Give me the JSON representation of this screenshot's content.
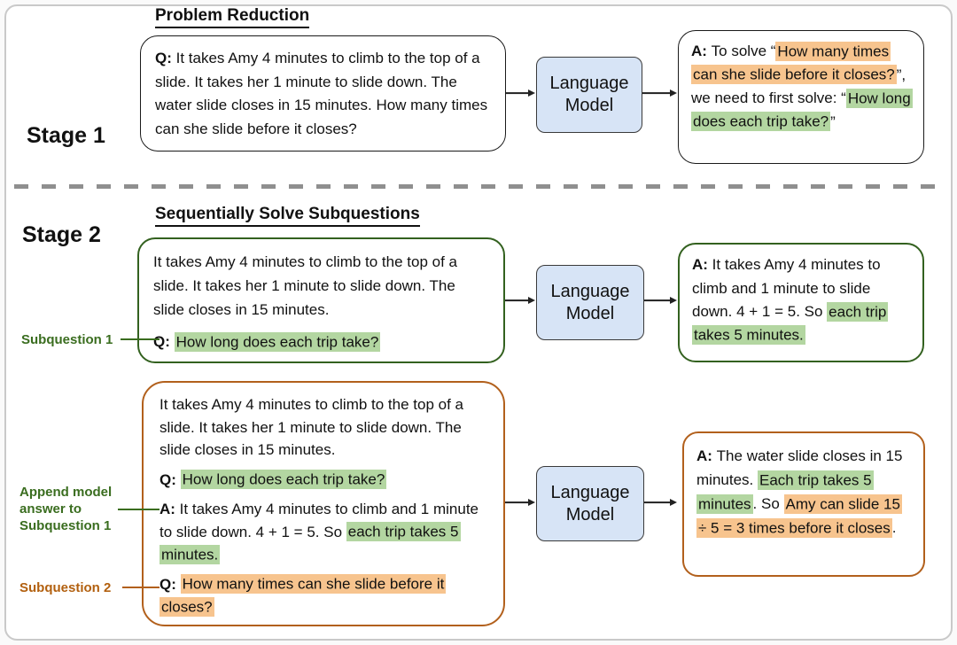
{
  "colors": {
    "card_border": "#c9c9c9",
    "green_highlight": "#b3d6a1",
    "orange_highlight": "#f7c48e",
    "green_border": "#33611f",
    "orange_border": "#b2601c",
    "green_label": "#3a6d1f",
    "orange_label": "#b2600f",
    "lm_fill": "#d7e4f6",
    "dash_color": "#8f8f8f"
  },
  "stage1": {
    "label": "Stage 1",
    "section_title": "Problem Reduction",
    "question": {
      "paragraphs": [
        [
          {
            "t": "Q: ",
            "b": true
          },
          {
            "t": "It takes Amy 4 minutes to climb to the top of a slide. It takes her 1 minute to slide down. The water slide closes in 15 minutes. How many times can she slide before it closes?"
          }
        ]
      ]
    },
    "language_model": "Language Model",
    "answer": {
      "paragraphs": [
        [
          {
            "t": "A: ",
            "b": true
          },
          {
            "t": "To solve “"
          },
          {
            "t": "How many times can she slide before it closes?",
            "h": "orange"
          },
          {
            "t": "”, we need to first solve: “"
          },
          {
            "t": "How long does each trip take?",
            "h": "green"
          },
          {
            "t": "”"
          }
        ]
      ]
    }
  },
  "stage2": {
    "label": "Stage 2",
    "section_title": "Sequentially Solve Subquestions",
    "row1": {
      "side_label": "Subquestion 1",
      "question": {
        "paragraphs": [
          [
            {
              "t": "It takes Amy 4 minutes to climb to the top of a slide. It takes her 1 minute to slide down. The slide closes in 15 minutes."
            }
          ],
          [
            {
              "t": "Q: ",
              "b": true
            },
            {
              "t": "How long does each trip take?",
              "h": "green"
            }
          ]
        ]
      },
      "language_model": "Language Model",
      "answer": {
        "paragraphs": [
          [
            {
              "t": "A: ",
              "b": true
            },
            {
              "t": "It takes Amy 4 minutes to climb and 1 minute to slide down. 4 + 1 = 5. So "
            },
            {
              "t": "each trip takes 5 minutes.",
              "h": "green"
            }
          ]
        ]
      }
    },
    "row2": {
      "side_label_append": "Append model answer to Subquestion 1",
      "side_label_subq2": "Subquestion 2",
      "input": {
        "paragraphs": [
          [
            {
              "t": "It takes Amy 4 minutes to climb to the top of a slide. It takes her 1 minute to slide down. The slide closes in 15 minutes."
            }
          ],
          [
            {
              "t": "Q: ",
              "b": true
            },
            {
              "t": "How long does each trip take?",
              "h": "green"
            }
          ],
          [
            {
              "t": "A: ",
              "b": true
            },
            {
              "t": "It takes Amy 4 minutes to climb and 1 minute to slide down. 4 + 1 = 5. So "
            },
            {
              "t": "each trip takes 5 minutes.",
              "h": "green"
            }
          ],
          [
            {
              "t": "Q: ",
              "b": true
            },
            {
              "t": "How many times can she slide before it closes?",
              "h": "orange"
            }
          ]
        ]
      },
      "language_model": "Language Model",
      "answer": {
        "paragraphs": [
          [
            {
              "t": "A: ",
              "b": true
            },
            {
              "t": "The water slide closes in 15 minutes. "
            },
            {
              "t": "Each trip takes 5 minutes",
              "h": "green"
            },
            {
              "t": ". So "
            },
            {
              "t": "Amy can slide 15 ÷ 5 = 3 times before it closes",
              "h": "orange"
            },
            {
              "t": "."
            }
          ]
        ]
      }
    }
  }
}
